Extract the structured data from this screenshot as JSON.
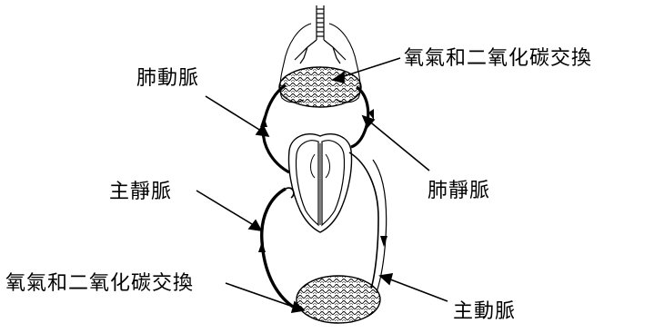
{
  "diagram": {
    "labels": {
      "top_exchange": "氧氣和二氧化碳交換",
      "pulmonary_artery": "肺動脈",
      "pulmonary_vein": "肺靜脈",
      "vena_cava": "主靜脈",
      "bottom_exchange": "氧氣和二氧化碳交換",
      "aorta": "主動脈"
    },
    "colors": {
      "ink": "#000000",
      "background": "#ffffff"
    }
  }
}
